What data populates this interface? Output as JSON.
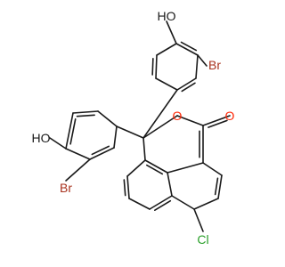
{
  "molecule": {
    "atoms": {
      "top_hydroxyl": "HO",
      "top_bromine": "Br",
      "ring_oxygen": "O",
      "carbonyl_oxygen": "O",
      "left_hydroxyl": "HO",
      "left_bromine": "Br",
      "chlorine": "Cl"
    },
    "colors": {
      "bond": "#1a1a1a",
      "hydroxyl": "#1a1a1a",
      "oxygen": "#ff2a0a",
      "bromine": "#a8321e",
      "chlorine": "#2aa02a"
    }
  }
}
